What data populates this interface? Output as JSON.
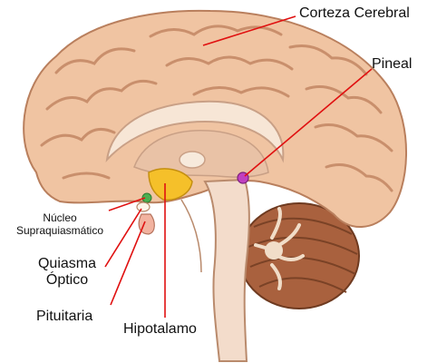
{
  "labels": {
    "corteza": "Corteza Cerebral",
    "pineal": "Pineal",
    "nucleo_line1": "Núcleo",
    "nucleo_line2": "Supraquiasmático",
    "quiasma_line1": "Quiasma",
    "quiasma_line2": "Óptico",
    "pituitaria": "Pituitaria",
    "hipotalamo": "Hipotalamo"
  },
  "colors": {
    "leader_line": "#e01010",
    "cortex": "#f0c4a2",
    "cortex_shadow": "#c98f6c",
    "cerebellum": "#a9613e",
    "brainstem": "#f3dccb",
    "hypothalamus": "#f5c02a",
    "pineal": "#c040c0",
    "nucleus": "#4caf50"
  }
}
